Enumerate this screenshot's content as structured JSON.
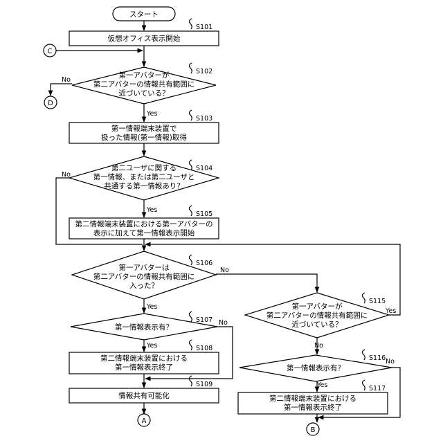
{
  "start": "スタート",
  "steps": {
    "s101": {
      "id": "S101",
      "lines": [
        "仮想オフィス表示開始"
      ]
    },
    "s102": {
      "id": "S102",
      "lines": [
        "第一アバターが",
        "第二アバターの情報共有範囲に",
        "近づいている？"
      ]
    },
    "s103": {
      "id": "S103",
      "lines": [
        "第一情報端末装置で",
        "扱った情報(第一情報)取得"
      ]
    },
    "s104": {
      "id": "S104",
      "lines": [
        "第二ユーザに関する",
        "第一情報、または第二ユーザと",
        "共通する第一情報あり？"
      ]
    },
    "s105": {
      "id": "S105",
      "lines": [
        "第二情報端末装置における第一アバターの",
        "表示に加えて第一情報表示開始"
      ]
    },
    "s106": {
      "id": "S106",
      "lines": [
        "第一アバターは",
        "第二アバターの情報共有範囲に",
        "入った？"
      ]
    },
    "s107": {
      "id": "S107",
      "lines": [
        "第一情報表示有？"
      ]
    },
    "s108": {
      "id": "S108",
      "lines": [
        "第二情報端末装置における",
        "第一情報表示終了"
      ]
    },
    "s109": {
      "id": "S109",
      "lines": [
        "情報共有可能化"
      ]
    },
    "s115": {
      "id": "S115",
      "lines": [
        "第一アバターが",
        "第二アバターの情報共有範囲に",
        "近づいている？"
      ]
    },
    "s116": {
      "id": "S116",
      "lines": [
        "第一情報表示有？"
      ]
    },
    "s117": {
      "id": "S117",
      "lines": [
        "第二情報端末装置における",
        "第一情報表示終了"
      ]
    }
  },
  "labels": {
    "yes": "Yes",
    "no": "No"
  },
  "connectors": {
    "a": "A",
    "b": "B",
    "c": "C",
    "d": "D"
  }
}
